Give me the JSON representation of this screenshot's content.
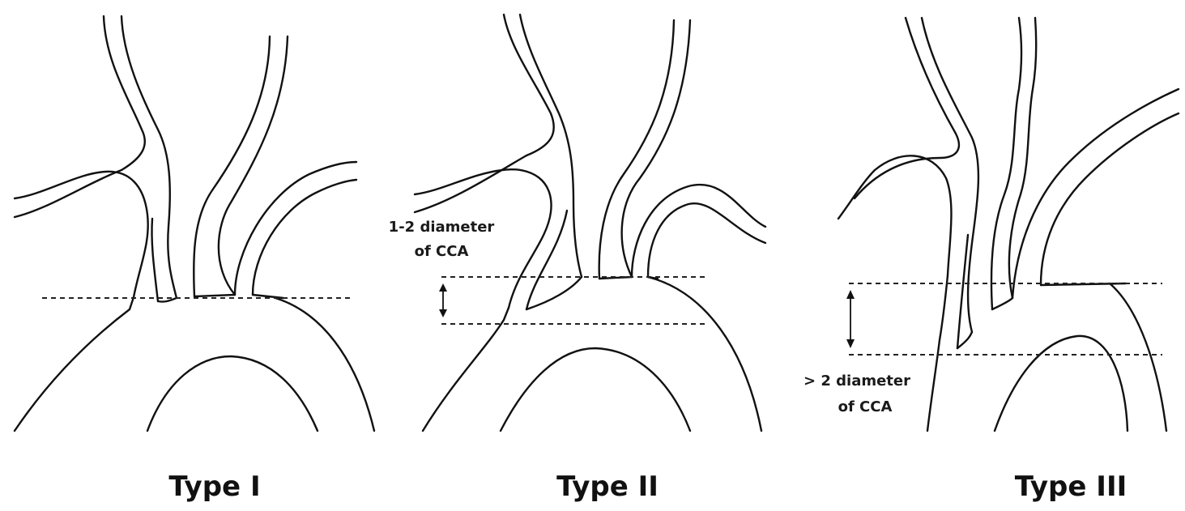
{
  "panels": [
    {
      "label": "Type I",
      "annotation": []
    },
    {
      "label": "Type II",
      "annotation": [
        "1-2 diameter",
        "of CCA"
      ]
    },
    {
      "label": "Type III",
      "annotation": [
        "> 2 diameter",
        "of CCA"
      ]
    }
  ],
  "colors": {
    "line": "#111111",
    "background": "#ffffff"
  }
}
